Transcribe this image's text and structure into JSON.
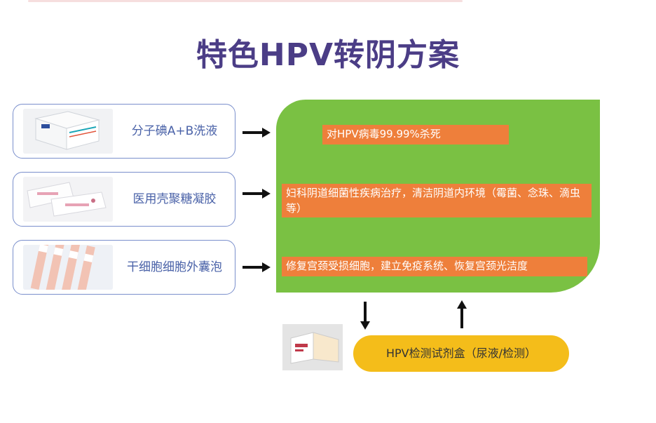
{
  "title": "特色HPV转阴方案",
  "products": [
    {
      "label": "分子碘A+B洗液"
    },
    {
      "label": "医用壳聚糖凝胶"
    },
    {
      "label": "干细胞细胞外囊泡"
    }
  ],
  "benefits": [
    {
      "text": "对HPV病毒99.99%杀死"
    },
    {
      "text": "妇科阴道细菌性疾病治疗，清洁阴道内环境（霉菌、念珠、滴虫等）"
    },
    {
      "text": "修复宫颈受损细胞，建立免疫系统、恢复宫颈光洁度"
    }
  ],
  "test_kit": {
    "label": "HPV检测试剂盒（尿液/检测）"
  },
  "colors": {
    "title": "#4b3d86",
    "panel": "#7ac143",
    "tag": "#ee7f3b",
    "pill": "#f4bd1a",
    "box_border": "#7a8fcc"
  }
}
